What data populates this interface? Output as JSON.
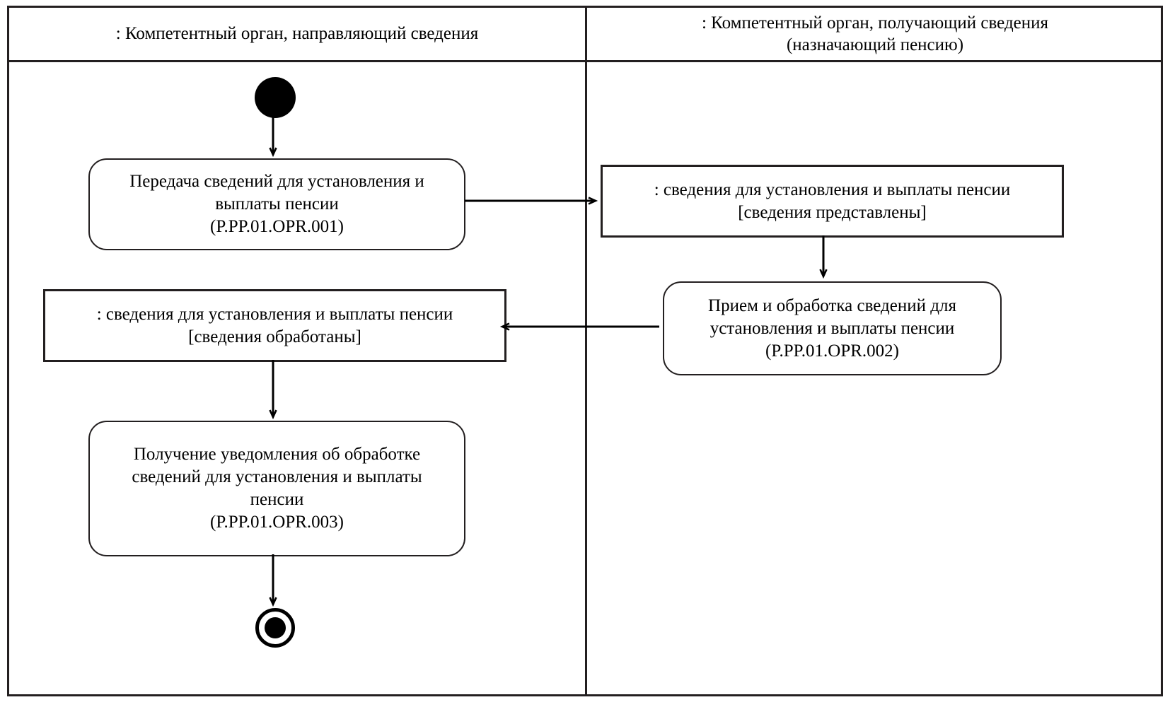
{
  "diagram": {
    "type": "uml-activity-diagram",
    "line_color": "#231f20",
    "fill_color": "#ffffff",
    "lanes": [
      {
        "id": "lane-sender",
        "header_lines": [
          ": Компетентный орган, направляющий сведения"
        ]
      },
      {
        "id": "lane-receiver",
        "header_lines": [
          ": Компетентный орган, получающий сведения",
          "(назначающий пенсию)"
        ]
      }
    ],
    "nodes": {
      "initial": {
        "kind": "initial-node",
        "label": ""
      },
      "activity_opr_001": {
        "kind": "activity",
        "lines": [
          "Передача сведений для установления и",
          "выплаты пенсии",
          "(P.PP.01.OPR.001)"
        ]
      },
      "object_predstavleny": {
        "kind": "object-node",
        "lines": [
          ": сведения для установления и выплаты пенсии",
          "[сведения представлены]"
        ]
      },
      "activity_opr_002": {
        "kind": "activity",
        "lines": [
          "Прием и обработка сведений для",
          "установления и выплаты пенсии",
          "(P.PP.01.OPR.002)"
        ]
      },
      "object_obrabotany": {
        "kind": "object-node",
        "lines": [
          ": сведения для установления и выплаты пенсии",
          "[сведения обработаны]"
        ]
      },
      "activity_opr_003": {
        "kind": "activity",
        "lines": [
          "Получение уведомления об обработке",
          "сведений  для установления и выплаты",
          "пенсии",
          "(P.PP.01.OPR.003)"
        ]
      },
      "final": {
        "kind": "final-node",
        "label": ""
      }
    },
    "edges": [
      {
        "from": "initial",
        "to": "activity_opr_001",
        "direction": "down"
      },
      {
        "from": "activity_opr_001",
        "to": "object_predstavleny",
        "direction": "right"
      },
      {
        "from": "object_predstavleny",
        "to": "activity_opr_002",
        "direction": "down"
      },
      {
        "from": "activity_opr_002",
        "to": "object_obrabotany",
        "direction": "left"
      },
      {
        "from": "object_obrabotany",
        "to": "activity_opr_003",
        "direction": "down"
      },
      {
        "from": "activity_opr_003",
        "to": "final",
        "direction": "down"
      }
    ]
  }
}
